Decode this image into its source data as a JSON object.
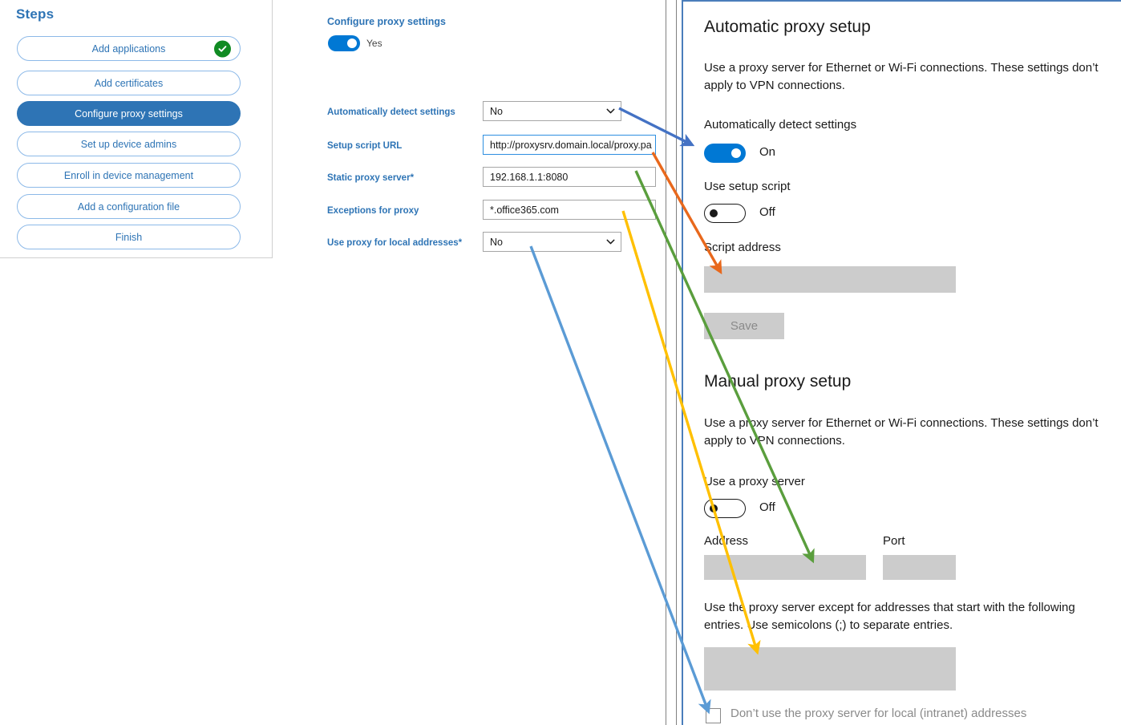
{
  "steps_panel": {
    "title": "Steps",
    "items": [
      {
        "label": "Add applications",
        "state": "complete",
        "icon": "check-circle-icon"
      },
      {
        "label": "Add certificates",
        "state": "default"
      },
      {
        "label": "Configure proxy settings",
        "state": "active"
      },
      {
        "label": "Set up device admins",
        "state": "default"
      },
      {
        "label": "Enroll in device management",
        "state": "default"
      },
      {
        "label": "Add a configuration file",
        "state": "default"
      },
      {
        "label": "Finish",
        "state": "default"
      }
    ]
  },
  "form": {
    "section_label": "Configure proxy settings",
    "master_toggle": {
      "value": "Yes",
      "state": "on"
    },
    "fields": [
      {
        "label": "Automatically detect settings",
        "required": false,
        "type": "select",
        "value": "No"
      },
      {
        "label": "Setup script URL",
        "required": false,
        "type": "text",
        "value": "http://proxysrv.domain.local/proxy.pa",
        "focused": true
      },
      {
        "label": "Static proxy server",
        "required": true,
        "type": "text",
        "value": "192.168.1.1:8080"
      },
      {
        "label": "Exceptions for proxy",
        "required": false,
        "type": "text",
        "value": "*.office365.com"
      },
      {
        "label": "Use proxy for local addresses",
        "required": true,
        "type": "select",
        "value": "No"
      }
    ],
    "required_marker": "*"
  },
  "windows_settings": {
    "automatic": {
      "heading": "Automatic proxy setup",
      "description": "Use a proxy server for Ethernet or Wi-Fi connections. These settings don’t apply to VPN connections.",
      "auto_detect_label": "Automatically detect settings",
      "auto_detect_state": "On",
      "setup_script_label": "Use setup script",
      "setup_script_state": "Off",
      "script_address_label": "Script address",
      "script_address_value": "",
      "save_label": "Save"
    },
    "manual": {
      "heading": "Manual proxy setup",
      "description": "Use a proxy server for Ethernet or Wi-Fi connections. These settings don’t apply to VPN connections.",
      "use_proxy_label": "Use a proxy server",
      "use_proxy_state": "Off",
      "address_label": "Address",
      "address_value": "",
      "port_label": "Port",
      "port_value": "",
      "exceptions_description": "Use the proxy server except for addresses that start with the following entries. Use semicolons (;) to separate entries.",
      "exceptions_value": "",
      "bypass_local_label": "Don’t use the proxy server for local (intranet) addresses",
      "bypass_local_checked": false
    }
  },
  "annotations": {
    "arrows": [
      {
        "name": "arrow-auto-detect",
        "color": "#4472C4"
      },
      {
        "name": "arrow-setup-script-url",
        "color": "#E8681C"
      },
      {
        "name": "arrow-static-proxy-server",
        "color": "#5A9E3D"
      },
      {
        "name": "arrow-exceptions-for-proxy",
        "color": "#FFC000"
      },
      {
        "name": "arrow-use-proxy-local-addresses",
        "color": "#5B9BD5"
      }
    ]
  },
  "colors": {
    "accent_blue": "#2e74b5",
    "fluent_blue": "#0078d4",
    "success_green": "#118b23",
    "panel_border": "#4a7ebb",
    "field_fill": "#cccccc"
  }
}
